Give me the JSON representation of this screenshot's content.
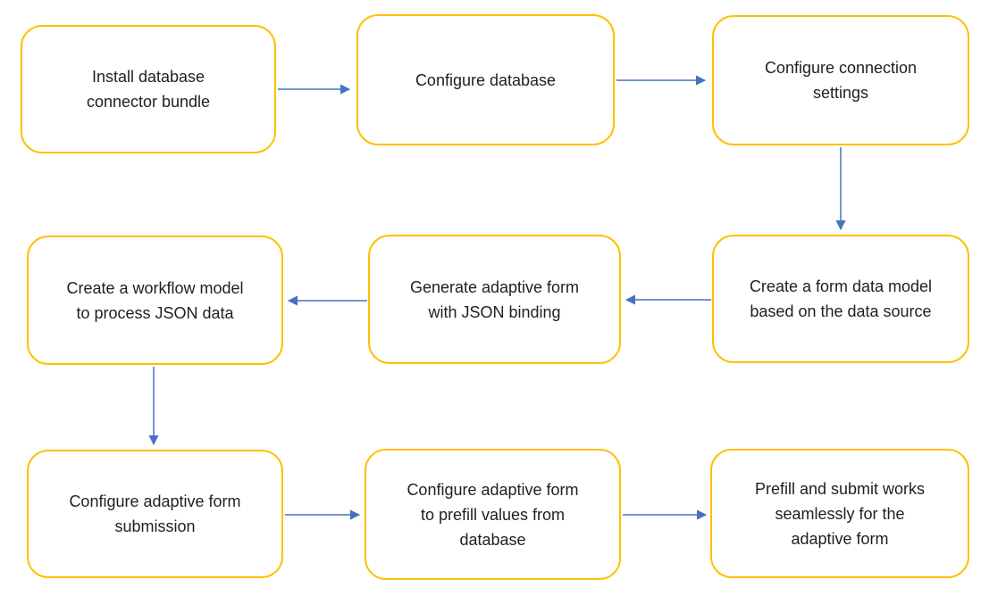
{
  "diagram": {
    "type": "flowchart",
    "colors": {
      "node-border": "#FFC000",
      "arrow": "#4472C4",
      "node-text": "#1f1f1f",
      "node-fill": "#ffffff",
      "bg": "#ffffff"
    },
    "nodes": [
      {
        "id": "install-database-connector-bundle",
        "label": "Install database\nconnector bundle",
        "row": 1,
        "col": 1
      },
      {
        "id": "configure-database",
        "label": "Configure database",
        "row": 1,
        "col": 2
      },
      {
        "id": "configure-connection-settings",
        "label": "Configure connection\nsettings",
        "row": 1,
        "col": 3
      },
      {
        "id": "create-form-data-model",
        "label": "Create a form data model\nbased on the data source",
        "row": 2,
        "col": 3
      },
      {
        "id": "generate-adaptive-form",
        "label": "Generate adaptive form\nwith JSON binding",
        "row": 2,
        "col": 2
      },
      {
        "id": "create-workflow-model",
        "label": "Create a workflow model\nto process JSON data",
        "row": 2,
        "col": 1
      },
      {
        "id": "configure-adaptive-form-submission",
        "label": "Configure adaptive form\nsubmission",
        "row": 3,
        "col": 1
      },
      {
        "id": "configure-adaptive-form-prefill",
        "label": "Configure adaptive form\nto prefill values from\ndatabase",
        "row": 3,
        "col": 2
      },
      {
        "id": "prefill-and-submit-works",
        "label": "Prefill and submit works\nseamlessly for the\nadaptive form",
        "row": 3,
        "col": 3
      }
    ],
    "edges": [
      {
        "from": "install-database-connector-bundle",
        "to": "configure-database",
        "direction": "right"
      },
      {
        "from": "configure-database",
        "to": "configure-connection-settings",
        "direction": "right"
      },
      {
        "from": "configure-connection-settings",
        "to": "create-form-data-model",
        "direction": "down"
      },
      {
        "from": "create-form-data-model",
        "to": "generate-adaptive-form",
        "direction": "left"
      },
      {
        "from": "generate-adaptive-form",
        "to": "create-workflow-model",
        "direction": "left"
      },
      {
        "from": "create-workflow-model",
        "to": "configure-adaptive-form-submission",
        "direction": "down"
      },
      {
        "from": "configure-adaptive-form-submission",
        "to": "configure-adaptive-form-prefill",
        "direction": "right"
      },
      {
        "from": "configure-adaptive-form-prefill",
        "to": "prefill-and-submit-works",
        "direction": "right"
      }
    ]
  }
}
